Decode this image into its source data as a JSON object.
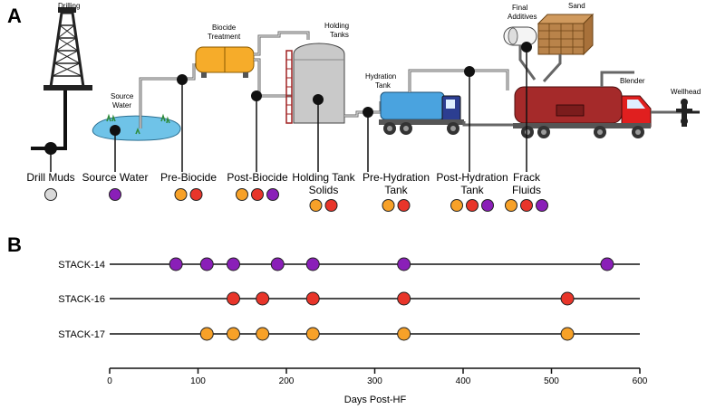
{
  "panel_a": {
    "letter": "A",
    "facility_labels": {
      "drilling": "Drilling",
      "source_water": [
        "Source",
        "Water"
      ],
      "biocide_treatment": [
        "Biocide",
        "Treatment"
      ],
      "holding_tanks": [
        "Holding",
        "Tanks"
      ],
      "hydration_tank": [
        "Hydration",
        "Tank"
      ],
      "final_additives": [
        "Final",
        "Additives"
      ],
      "sand": "Sand",
      "blender": "Blender",
      "wellhead": "Wellhead"
    },
    "stages": [
      {
        "id": "drill-muds",
        "label": [
          "Drill Muds"
        ],
        "dots": [
          "gray"
        ]
      },
      {
        "id": "source-water",
        "label": [
          "Source Water"
        ],
        "dots": [
          "purple"
        ]
      },
      {
        "id": "pre-biocide",
        "label": [
          "Pre-Biocide"
        ],
        "dots": [
          "orange",
          "red"
        ]
      },
      {
        "id": "post-biocide",
        "label": [
          "Post-Biocide"
        ],
        "dots": [
          "orange",
          "red",
          "purple"
        ]
      },
      {
        "id": "holding-tank-solids",
        "label": [
          "Holding Tank",
          "Solids"
        ],
        "dots": [
          "orange",
          "red"
        ]
      },
      {
        "id": "pre-hydration-tank",
        "label": [
          "Pre-Hydration",
          "Tank"
        ],
        "dots": [
          "orange",
          "red"
        ]
      },
      {
        "id": "post-hydration-tank",
        "label": [
          "Post-Hydration",
          "Tank"
        ],
        "dots": [
          "orange",
          "red",
          "purple"
        ]
      },
      {
        "id": "frack-fluids",
        "label": [
          "Frack",
          "Fluids"
        ],
        "dots": [
          "orange",
          "red",
          "purple"
        ]
      }
    ]
  },
  "colors": {
    "gray": "#d9d9d9",
    "purple": "#8a1fb8",
    "orange": "#f7a128",
    "red": "#e8352a",
    "water": "#6fc3e8",
    "tank_yellow": "#f6ac2a",
    "truck_red": "#a52a2a",
    "truck_blue": "#4aa3df",
    "crate": "#b9834a"
  },
  "panel_b": {
    "letter": "B",
    "chart_data": {
      "type": "scatter",
      "xlabel": "Days Post-HF",
      "xlim": [
        0,
        600
      ],
      "xticks": [
        0,
        100,
        200,
        300,
        400,
        500,
        600
      ],
      "series": [
        {
          "name": "STACK-14",
          "color": "purple",
          "x": [
            75,
            110,
            140,
            190,
            230,
            333,
            563
          ]
        },
        {
          "name": "STACK-16",
          "color": "red",
          "x": [
            140,
            173,
            230,
            333,
            518
          ]
        },
        {
          "name": "STACK-17",
          "color": "orange",
          "x": [
            110,
            140,
            173,
            230,
            333,
            518
          ]
        }
      ]
    }
  }
}
